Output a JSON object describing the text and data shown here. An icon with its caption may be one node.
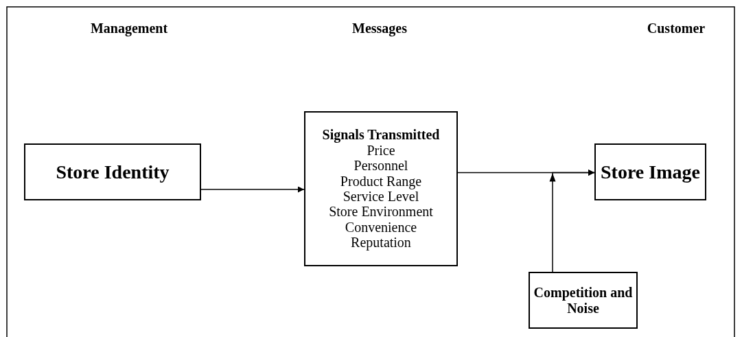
{
  "diagram": {
    "nodes": [
      {
        "text": [
          "Store Identity"
        ]
      },
      {
        "text": [
          "Signals Transmitted",
          "Price",
          "Personnel",
          "Product Range",
          "Service Level",
          "Store Environment",
          "Convenience",
          "Reputation"
        ]
      },
      {
        "text": [
          "Store Image"
        ]
      },
      {
        "text": [
          "Competition and Noise"
        ]
      }
    ],
    "edges": [
      {
        "from": 0,
        "to": 1,
        "arrow": "to"
      },
      {
        "from": 1,
        "to": 2,
        "arrow": "to"
      },
      {
        "from": 3,
        "to": 2,
        "arrow": "to"
      }
    ],
    "labels": [
      "Management",
      "Messages",
      "Customer"
    ]
  }
}
